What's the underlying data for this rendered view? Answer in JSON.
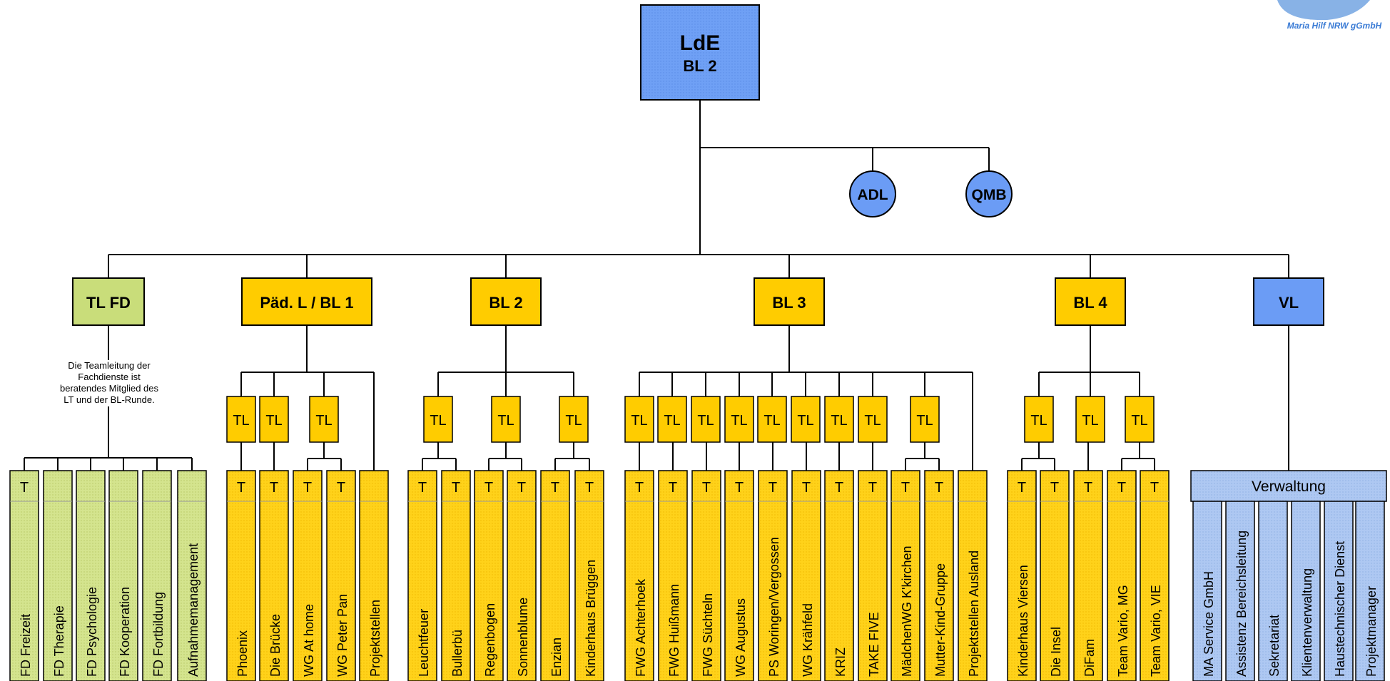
{
  "logo": {
    "text": "Maria Hilf NRW gGmbH",
    "color": "#3a7bd5"
  },
  "colors": {
    "blue": "#6b9cf5",
    "gold": "#ffcc00",
    "gold_light": "#ffd94a",
    "green": "#c9dd7a",
    "green_light": "#d8e79a",
    "blue_light": "#a9c4ef",
    "line": "#000000"
  },
  "top": {
    "title": "LdE",
    "subtitle": "BL 2"
  },
  "staff": [
    "ADL",
    "QMB"
  ],
  "tlfd_note": [
    "Die Teamleitung der",
    "Fachdienste ist",
    "beratendes Mitglied des",
    "LT und der BL-Runde."
  ],
  "departments": [
    {
      "label": "TL FD",
      "color": "green",
      "tls": [],
      "units": [
        {
          "name": "FD Freizeit",
          "header": "T"
        },
        {
          "name": "FD Therapie",
          "header": ""
        },
        {
          "name": "FD Psychologie",
          "header": ""
        },
        {
          "name": "FD Kooperation",
          "header": ""
        },
        {
          "name": "FD Fortbildung",
          "header": ""
        },
        {
          "name": "Aufnahmemanagement",
          "header": ""
        }
      ]
    },
    {
      "label": "Päd. L / BL 1",
      "color": "gold",
      "tls": [
        "TL",
        "TL",
        "TL"
      ],
      "units": [
        {
          "name": "Phoenix",
          "header": "T"
        },
        {
          "name": "Die Brücke",
          "header": "T"
        },
        {
          "name": "WG At home",
          "header": "T"
        },
        {
          "name": "WG Peter Pan",
          "header": "T"
        },
        {
          "name": "Projektstellen",
          "header": ""
        }
      ]
    },
    {
      "label": "BL 2",
      "color": "gold",
      "tls": [
        "TL",
        "TL",
        "TL"
      ],
      "units": [
        {
          "name": "Leuchtfeuer",
          "header": "T"
        },
        {
          "name": "Bullerbü",
          "header": "T"
        },
        {
          "name": "Regenbogen",
          "header": "T"
        },
        {
          "name": "Sonnenblume",
          "header": "T"
        },
        {
          "name": "Enzian",
          "header": "T"
        },
        {
          "name": "Kinderhaus Brüggen",
          "header": "T"
        }
      ]
    },
    {
      "label": "BL 3",
      "color": "gold",
      "tls": [
        "TL",
        "TL",
        "TL",
        "TL",
        "TL",
        "TL",
        "TL",
        "TL",
        "TL"
      ],
      "units": [
        {
          "name": "FWG Achterhoek",
          "header": "T"
        },
        {
          "name": "FWG Huißmann",
          "header": "T"
        },
        {
          "name": "FWG Süchteln",
          "header": "T"
        },
        {
          "name": "WG Augustus",
          "header": "T"
        },
        {
          "name": "PS Woringen/Vergossen",
          "header": "T"
        },
        {
          "name": "WG Krähfeld",
          "header": "T"
        },
        {
          "name": "KRIZ",
          "header": "T"
        },
        {
          "name": "TAKE FIVE",
          "header": "T"
        },
        {
          "name": "MädchenWG K'kirchen",
          "header": "T"
        },
        {
          "name": "Mutter-Kind-Gruppe",
          "header": "T"
        },
        {
          "name": "Projektstellen Ausland",
          "header": ""
        }
      ]
    },
    {
      "label": "BL 4",
      "color": "gold",
      "tls": [
        "TL",
        "TL",
        "TL"
      ],
      "units": [
        {
          "name": "Kinderhaus Viersen",
          "header": "T"
        },
        {
          "name": "Die Insel",
          "header": "T"
        },
        {
          "name": "DiFam",
          "header": "T"
        },
        {
          "name": "Team Vario, MG",
          "header": "T"
        },
        {
          "name": "Team Vario, VIE",
          "header": "T"
        }
      ]
    },
    {
      "label": "VL",
      "color": "blue",
      "tls": [],
      "group": "Verwaltung",
      "units": [
        {
          "name": "MA Service GmbH",
          "header": ""
        },
        {
          "name": "Assistenz Bereichsleitung",
          "header": ""
        },
        {
          "name": "Sekretariat",
          "header": ""
        },
        {
          "name": "Klientenverwaltung",
          "header": ""
        },
        {
          "name": "Haustechnischer Dienst",
          "header": ""
        },
        {
          "name": "Projektmanager",
          "header": ""
        }
      ]
    }
  ]
}
